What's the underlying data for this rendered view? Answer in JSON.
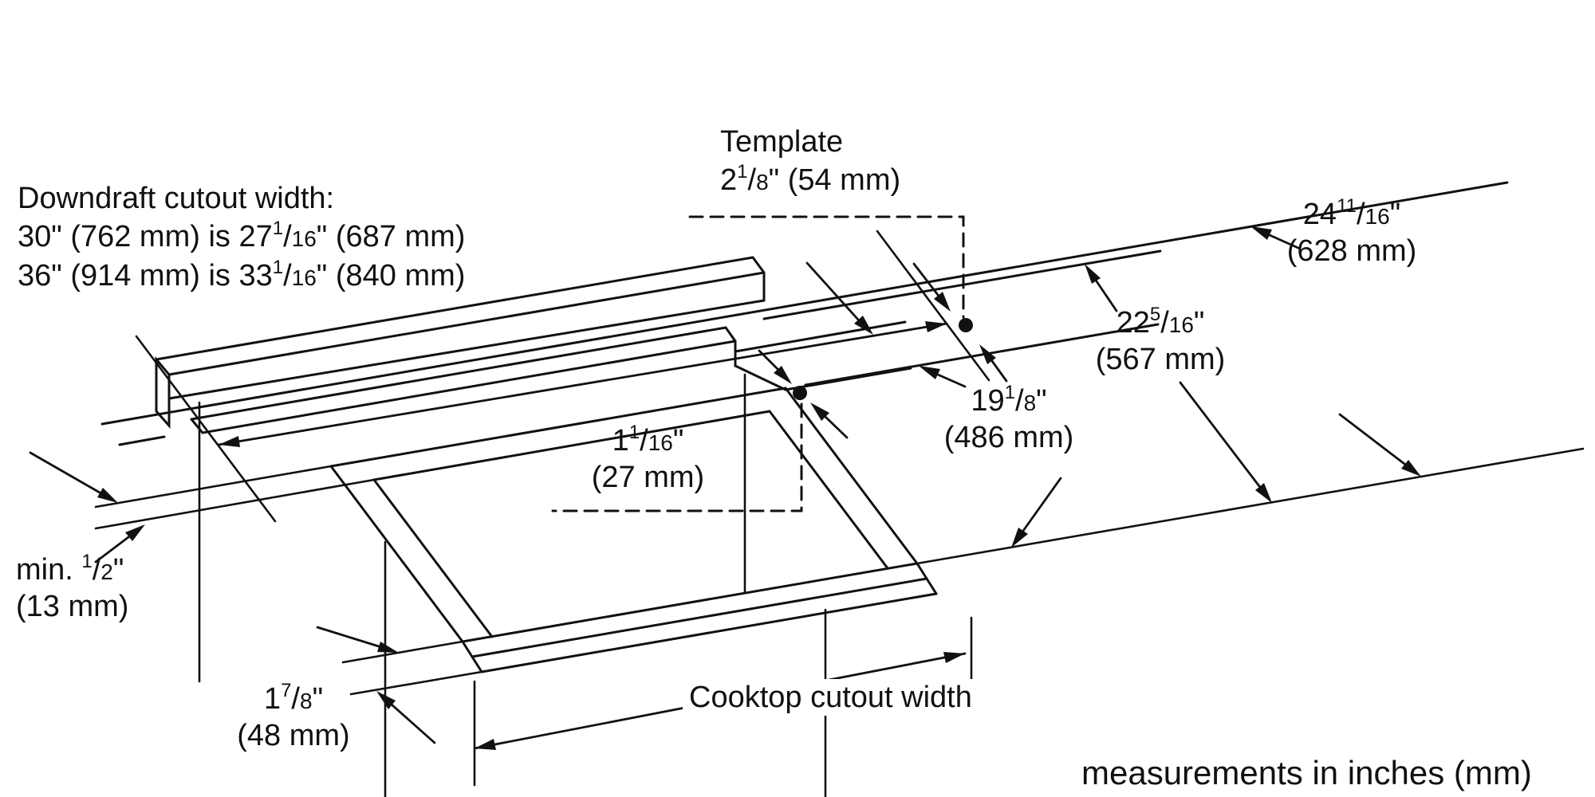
{
  "labels": {
    "fraction_slash": "/",
    "downdraft": {
      "title": "Downdraft cutout width:",
      "row30": {
        "pre": "30\" (762 mm) is 27",
        "num": "1",
        "den": "16",
        "post": "\" (687 mm)"
      },
      "row36": {
        "pre": "36\" (914 mm) is 33",
        "num": "1",
        "den": "16",
        "post": "\" (840 mm)"
      }
    },
    "template": {
      "title": "Template",
      "size": {
        "pre": "2",
        "num": "1",
        "den": "8",
        "post": "\" (54 mm)"
      }
    },
    "dims": {
      "d628": {
        "inch": {
          "pre": "24",
          "num": "11",
          "den": "16",
          "post": "\""
        },
        "mm": "(628 mm)"
      },
      "d567": {
        "inch": {
          "pre": "22",
          "num": "5",
          "den": "16",
          "post": "\""
        },
        "mm": "(567 mm)"
      },
      "d486": {
        "inch": {
          "pre": "19",
          "num": "1",
          "den": "8",
          "post": "\""
        },
        "mm": "(486 mm)"
      },
      "d27": {
        "inch": {
          "pre": "1",
          "num": "1",
          "den": "16",
          "post": "\""
        },
        "mm": "(27 mm)"
      },
      "d13": {
        "inch": {
          "pre": "min. ",
          "num": "1",
          "den": "2",
          "post": "\""
        },
        "mm": "(13 mm)"
      },
      "d48": {
        "inch": {
          "pre": "1",
          "num": "7",
          "den": "8",
          "post": "\""
        },
        "mm": "(48 mm)"
      }
    },
    "cooktop_width_label": "Cooktop cutout width",
    "footer": "measurements in inches (mm)"
  }
}
